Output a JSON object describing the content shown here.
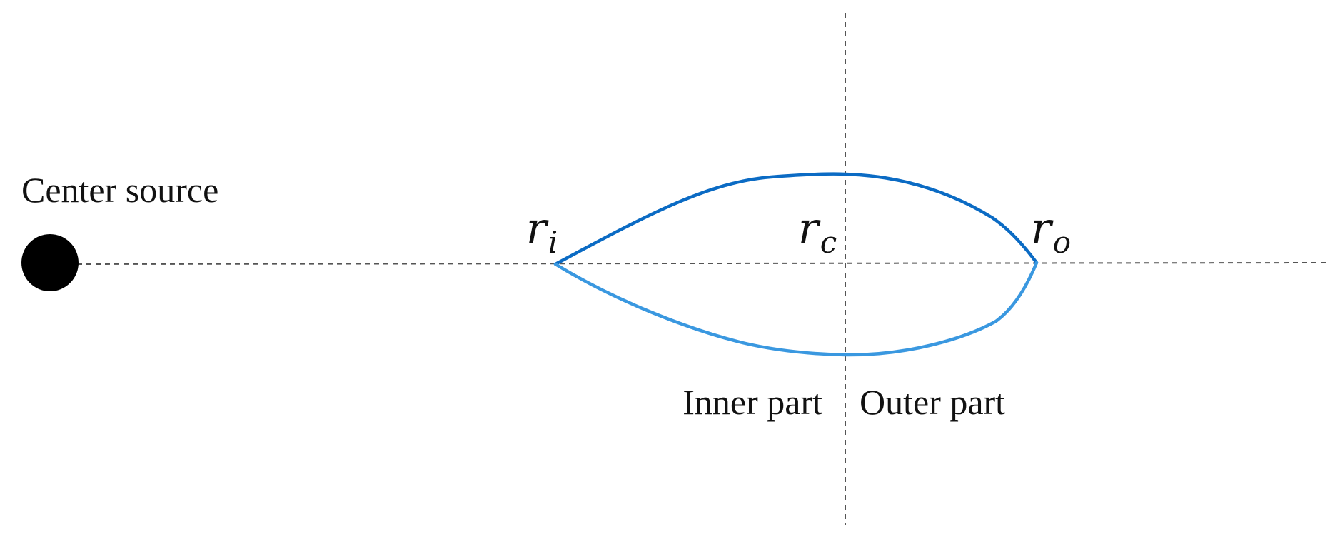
{
  "diagram": {
    "labels": {
      "center_source": "Center source",
      "inner_part": "Inner part",
      "outer_part": "Outer part"
    },
    "markers": {
      "r_i": {
        "base": "r",
        "sub": "i"
      },
      "r_c": {
        "base": "r",
        "sub": "c"
      },
      "r_o": {
        "base": "r",
        "sub": "o"
      }
    },
    "colors": {
      "upper_curve": "#0b6bc4",
      "lower_curve": "#3a98e0",
      "source_dot": "#000000",
      "axis_lines": "#555555",
      "text": "#111111"
    }
  }
}
